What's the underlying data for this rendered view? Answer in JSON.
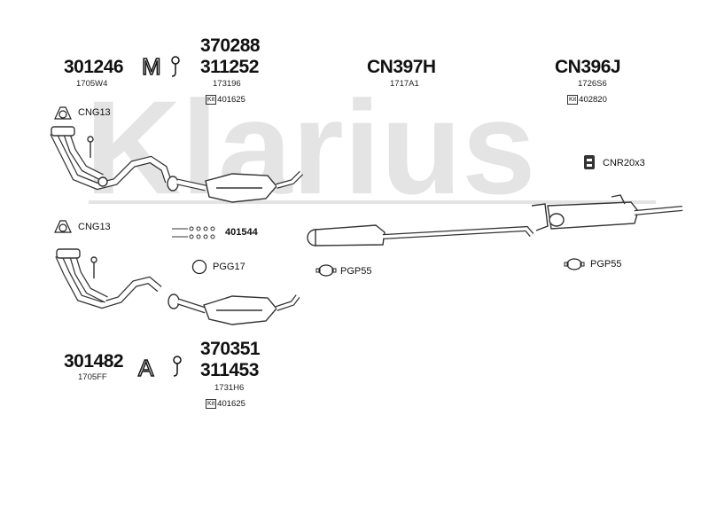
{
  "watermark": "Klarius",
  "top_left": {
    "part": "301246",
    "sub": "1705W4"
  },
  "top_center": {
    "part_a": "370288",
    "part_b": "311252",
    "sub": "173196",
    "kit_label": "Kit",
    "kit": "401625"
  },
  "top_mid": {
    "part": "CN397H",
    "sub": "1717A1"
  },
  "top_right": {
    "part": "CN396J",
    "sub": "1726S6",
    "kit_label": "Kit",
    "kit": "402820"
  },
  "labels": {
    "cng13_top": "CNG13",
    "cng13_mid": "CNG13",
    "cnr": "CNR20x3",
    "bolts": "401544",
    "pgg17": "PGG17",
    "pgp55_mid": "PGP55",
    "pgp55_right": "PGP55"
  },
  "bottom_left": {
    "part": "301482",
    "sub": "1705FF"
  },
  "bottom_center": {
    "part_a": "370351",
    "part_b": "311453",
    "sub": "1731H6",
    "kit_label": "Kit",
    "kit": "401625"
  }
}
